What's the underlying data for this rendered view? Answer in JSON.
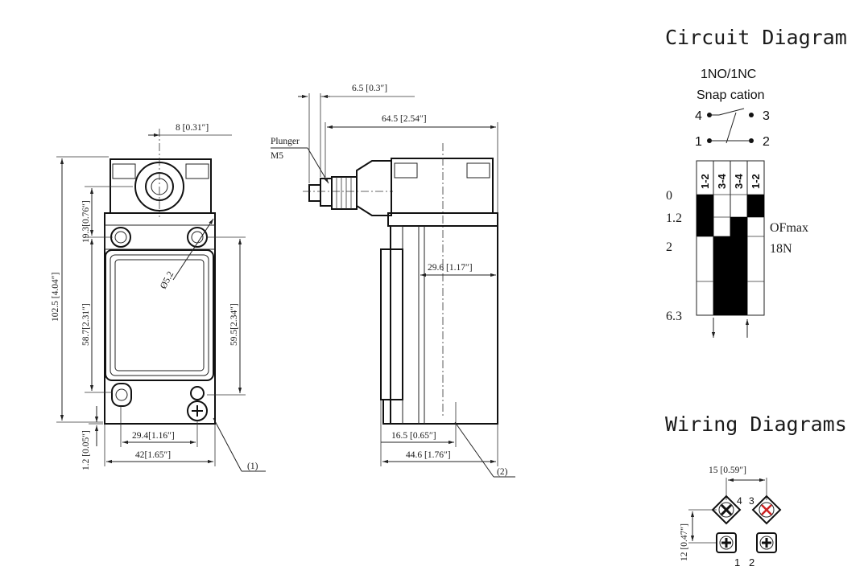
{
  "front_view": {
    "dims": {
      "width_top": "8 [0.31″]",
      "height_total": "102.5 [4.04″]",
      "head_height": "19.3[0.76″]",
      "body_height": "58.7[2.31″]",
      "hole_spacing": "59.5[2.34″]",
      "hole_dia": "Ø5.2",
      "inner_width": "29.4[1.16″]",
      "width": "42[1.65″]",
      "base": "1.2 [0.05″]"
    },
    "callout": "(1)"
  },
  "side_view": {
    "dims": {
      "plunger_len": "6.5 [0.3″]",
      "overall_len": "64.5 [2.54″]",
      "depth_inner": "29.6 [1.17″]",
      "base_depth": "16.5 [0.65″]",
      "depth": "44.6 [1.76″]"
    },
    "plunger_label": "Plunger",
    "plunger_thread": "M5",
    "callout": "(2)"
  },
  "circuit": {
    "title": "Circuit Diagram",
    "contact_type": "1NO/1NC",
    "action": "Snap cation",
    "terminals": {
      "t4": "4",
      "t3": "3",
      "t1": "1",
      "t2": "2"
    },
    "columns": [
      "1-2",
      "3-4",
      "3-4",
      "1-2"
    ],
    "travel": {
      "t0": "0",
      "t1": "1.2",
      "t2": "2",
      "t3": "6.3"
    },
    "force": {
      "label": "OFmax",
      "value": "18N"
    }
  },
  "wiring": {
    "title": "Wiring Diagrams",
    "spacing_h": "15 [0.59″]",
    "spacing_v": "12 [0.47″]",
    "terminals": {
      "t4": "4",
      "t3": "3",
      "t1": "1",
      "t2": "2"
    }
  },
  "colors": {
    "ink": "#111111",
    "fill": "#000000",
    "mark": "#cc2222"
  }
}
